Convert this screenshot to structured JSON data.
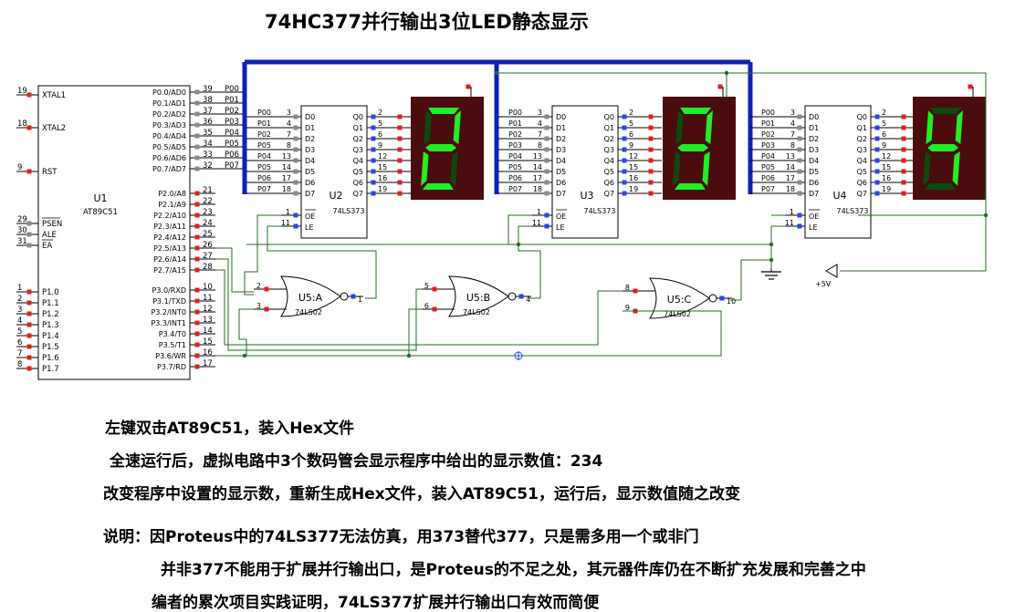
{
  "title": "74HC377并行输出3位LED静态显示",
  "u1": {
    "ref": "U1",
    "part": "AT89C51",
    "left_pins": [
      {
        "num": "19",
        "label": "XTAL1"
      },
      {
        "num": "18",
        "label": "XTAL2"
      },
      {
        "num": "9",
        "label": "RST"
      },
      {
        "num": "29",
        "label": "PSEN"
      },
      {
        "num": "30",
        "label": "ALE"
      },
      {
        "num": "31",
        "label": "EA"
      },
      {
        "num": "1",
        "label": "P1.0"
      },
      {
        "num": "2",
        "label": "P1.1"
      },
      {
        "num": "3",
        "label": "P1.2"
      },
      {
        "num": "4",
        "label": "P1.3"
      },
      {
        "num": "5",
        "label": "P1.4"
      },
      {
        "num": "6",
        "label": "P1.5"
      },
      {
        "num": "7",
        "label": "P1.6"
      },
      {
        "num": "8",
        "label": "P1.7"
      }
    ],
    "right_pins": [
      {
        "num": "39",
        "label": "P0.0/AD0",
        "net": "P00"
      },
      {
        "num": "38",
        "label": "P0.1/AD1",
        "net": "P01"
      },
      {
        "num": "37",
        "label": "P0.2/AD2",
        "net": "P02"
      },
      {
        "num": "36",
        "label": "P0.3/AD3",
        "net": "P03"
      },
      {
        "num": "35",
        "label": "P0.4/AD4",
        "net": "P04"
      },
      {
        "num": "34",
        "label": "P0.5/AD5",
        "net": "P05"
      },
      {
        "num": "33",
        "label": "P0.6/AD6",
        "net": "P06"
      },
      {
        "num": "32",
        "label": "P0.7/AD7",
        "net": "P07"
      },
      {
        "num": "21",
        "label": "P2.0/A8",
        "net": ""
      },
      {
        "num": "22",
        "label": "P2.1/A9",
        "net": ""
      },
      {
        "num": "23",
        "label": "P2.2/A10",
        "net": ""
      },
      {
        "num": "24",
        "label": "P2.3/A11",
        "net": ""
      },
      {
        "num": "25",
        "label": "P2.4/A12",
        "net": ""
      },
      {
        "num": "26",
        "label": "P2.5/A13",
        "net": ""
      },
      {
        "num": "27",
        "label": "P2.6/A14",
        "net": ""
      },
      {
        "num": "28",
        "label": "P2.7/A15",
        "net": ""
      },
      {
        "num": "10",
        "label": "P3.0/RXD",
        "net": ""
      },
      {
        "num": "11",
        "label": "P3.1/TXD",
        "net": ""
      },
      {
        "num": "12",
        "label": "P3.2/INT0",
        "net": ""
      },
      {
        "num": "13",
        "label": "P3.3/INT1",
        "net": ""
      },
      {
        "num": "14",
        "label": "P3.4/T0",
        "net": ""
      },
      {
        "num": "15",
        "label": "P3.5/T1",
        "net": ""
      },
      {
        "num": "16",
        "label": "P3.6/WR",
        "net": ""
      },
      {
        "num": "17",
        "label": "P3.7/RD",
        "net": ""
      }
    ]
  },
  "latches": [
    {
      "ref": "U2",
      "part": "74LS373",
      "inputs": [
        {
          "net": "P00",
          "pin": "3",
          "label": "D0"
        },
        {
          "net": "P01",
          "pin": "4",
          "label": "D1"
        },
        {
          "net": "P02",
          "pin": "7",
          "label": "D2"
        },
        {
          "net": "P05",
          "pin": "8",
          "label": "D3"
        },
        {
          "net": "P04",
          "pin": "13",
          "label": "D4"
        },
        {
          "net": "P05",
          "pin": "14",
          "label": "D5"
        },
        {
          "net": "P06",
          "pin": "17",
          "label": "D6"
        },
        {
          "net": "P07",
          "pin": "18",
          "label": "D7"
        }
      ],
      "outputs": [
        {
          "pin": "2",
          "label": "Q0"
        },
        {
          "pin": "5",
          "label": "Q1"
        },
        {
          "pin": "6",
          "label": "Q2"
        },
        {
          "pin": "9",
          "label": "Q3"
        },
        {
          "pin": "12",
          "label": "Q4"
        },
        {
          "pin": "15",
          "label": "Q5"
        },
        {
          "pin": "16",
          "label": "Q6"
        },
        {
          "pin": "19",
          "label": "Q7"
        }
      ],
      "ctrl": [
        {
          "pin": "1",
          "label": "OE"
        },
        {
          "pin": "11",
          "label": "LE"
        }
      ],
      "digit": "2"
    },
    {
      "ref": "U3",
      "part": "74LS373",
      "inputs": [
        {
          "net": "P00",
          "pin": "3",
          "label": "D0"
        },
        {
          "net": "P01",
          "pin": "4",
          "label": "D1"
        },
        {
          "net": "P02",
          "pin": "7",
          "label": "D2"
        },
        {
          "net": "P03",
          "pin": "8",
          "label": "D3"
        },
        {
          "net": "P04",
          "pin": "13",
          "label": "D4"
        },
        {
          "net": "P05",
          "pin": "14",
          "label": "D5"
        },
        {
          "net": "P06",
          "pin": "17",
          "label": "D6"
        },
        {
          "net": "P07",
          "pin": "18",
          "label": "D7"
        }
      ],
      "outputs": [
        {
          "pin": "2",
          "label": "Q0"
        },
        {
          "pin": "5",
          "label": "Q1"
        },
        {
          "pin": "6",
          "label": "Q2"
        },
        {
          "pin": "9",
          "label": "Q3"
        },
        {
          "pin": "12",
          "label": "Q4"
        },
        {
          "pin": "15",
          "label": "Q5"
        },
        {
          "pin": "16",
          "label": "Q6"
        },
        {
          "pin": "19",
          "label": "Q7"
        }
      ],
      "ctrl": [
        {
          "pin": "1",
          "label": "OE"
        },
        {
          "pin": "11",
          "label": "LE"
        }
      ],
      "digit": "3"
    },
    {
      "ref": "U4",
      "part": "74LS373",
      "inputs": [
        {
          "net": "P00",
          "pin": "3",
          "label": "D0"
        },
        {
          "net": "P01",
          "pin": "4",
          "label": "D1"
        },
        {
          "net": "P02",
          "pin": "7",
          "label": "D2"
        },
        {
          "net": "P03",
          "pin": "8",
          "label": "D3"
        },
        {
          "net": "P04",
          "pin": "13",
          "label": "D4"
        },
        {
          "net": "P05",
          "pin": "14",
          "label": "D5"
        },
        {
          "net": "P06",
          "pin": "17",
          "label": "D6"
        },
        {
          "net": "P07",
          "pin": "18",
          "label": "D7"
        }
      ],
      "outputs": [
        {
          "pin": "2",
          "label": "Q0"
        },
        {
          "pin": "5",
          "label": "Q1"
        },
        {
          "pin": "6",
          "label": "Q2"
        },
        {
          "pin": "9",
          "label": "Q3"
        },
        {
          "pin": "12",
          "label": "Q4"
        },
        {
          "pin": "15",
          "label": "Q5"
        },
        {
          "pin": "16",
          "label": "Q6"
        },
        {
          "pin": "19",
          "label": "Q7"
        }
      ],
      "ctrl": [
        {
          "pin": "1",
          "label": "OE"
        },
        {
          "pin": "11",
          "label": "LE"
        }
      ],
      "digit": "4"
    }
  ],
  "gates": [
    {
      "ref": "U5:A",
      "part": "74LS02",
      "in_pins": [
        "2",
        "3"
      ],
      "out_pin": "1"
    },
    {
      "ref": "U5:B",
      "part": "74LS02",
      "in_pins": [
        "5",
        "6"
      ],
      "out_pin": "4"
    },
    {
      "ref": "U5:C",
      "part": "74LS02",
      "in_pins": [
        "8",
        "9"
      ],
      "out_pin": "10"
    }
  ],
  "power_label": "+5V",
  "colors": {
    "bus": "#0b22b8",
    "wire": "#1f6e1f",
    "pin_red": "#e0201e",
    "pin_blue": "#2a44e6",
    "pin_grey": "#8a8a8a",
    "seg_on": "#22ee22",
    "seg_off": "#0d4a0d",
    "display_bg": "#4a0c0c"
  },
  "notes": [
    "左键双击AT89C51，装入Hex文件",
    "全速运行后，虚拟电路中3个数码管会显示程序中给出的显示数值：234",
    "改变程序中设置的显示数，重新生成Hex文件，装入AT89C51，运行后，显示数值随之改变",
    "说明：因Proteus中的74LS377无法仿真，用373替代377，只是需多用一个或非门",
    "并非377不能用于扩展并行输出口，是Proteus的不足之处，其元器件库仍在不断扩充发展和完善之中",
    "编者的累次项目实践证明，74LS377扩展并行输出口有效而简便"
  ]
}
